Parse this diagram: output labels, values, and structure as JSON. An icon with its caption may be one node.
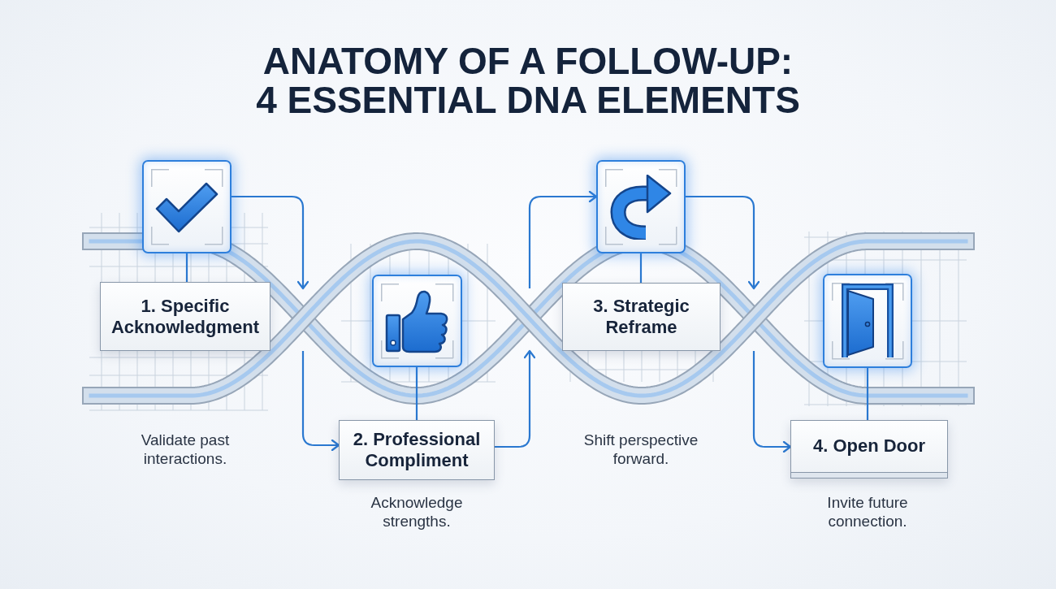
{
  "diagram": {
    "title": "ANATOMY OF A FOLLOW-UP: 4 ESSENTIAL DNA ELEMENTS",
    "nodes": [
      {
        "text": [],
        "shape": "box"
      },
      {
        "text": [
          "1. Specific Acknowledgment"
        ]
      },
      {
        "text": [],
        "shape": "box"
      },
      {
        "text": [
          "2. Professional Compliment"
        ],
        "beside": [
          "Acknowledge strengths."
        ]
      },
      {
        "text": [],
        "shape": "box"
      },
      {
        "text": [
          "3. Strategic Reframe"
        ]
      },
      {
        "text": [],
        "shape": "box"
      },
      {
        "text": [
          "4. Open Door"
        ],
        "beside": [
          "Invite future connection."
        ]
      }
    ],
    "edges": [
      {
        "from": 0,
        "to": 1,
        "arrow": "none"
      },
      {
        "from": 0,
        "to": null,
        "arrow": "to"
      },
      {
        "from": null,
        "to": 3,
        "arrow": "to"
      },
      {
        "from": 2,
        "to": 3,
        "arrow": "none"
      },
      {
        "from": 3,
        "to": null,
        "arrow": "to"
      },
      {
        "from": null,
        "to": 4,
        "arrow": "to"
      },
      {
        "from": 4,
        "to": 5,
        "arrow": "none"
      },
      {
        "from": 4,
        "to": null,
        "arrow": "to"
      },
      {
        "from": null,
        "to": 7,
        "arrow": "to"
      },
      {
        "from": 6,
        "to": 7,
        "arrow": "none"
      }
    ],
    "labels": [
      "Validate past interactions.",
      "Shift perspective forward."
    ]
  }
}
